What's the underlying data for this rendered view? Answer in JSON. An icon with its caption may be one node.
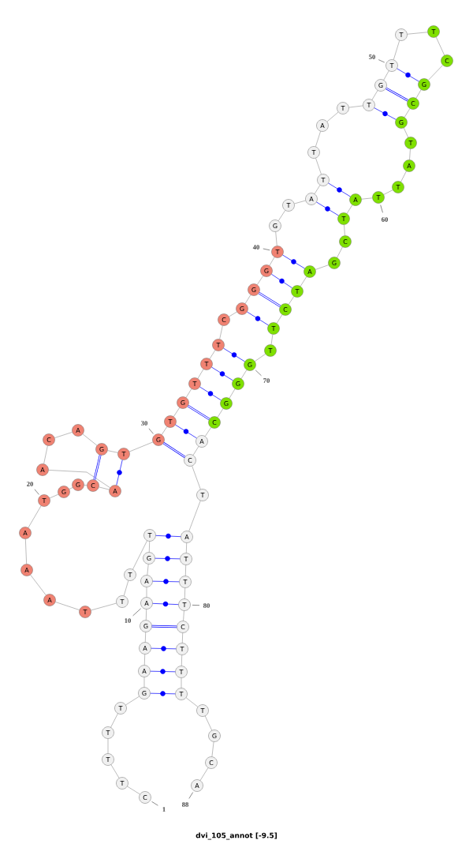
{
  "diagram": {
    "caption": "dvi_105_annot [-9.5]",
    "nodes": [
      {
        "text": [
          "C"
        ],
        "beside": [
          "1"
        ]
      },
      {
        "text": [
          "T"
        ]
      },
      {
        "text": [
          "T"
        ]
      },
      {
        "text": [
          "T"
        ]
      },
      {
        "text": [
          "T"
        ]
      },
      {
        "text": [
          "G"
        ]
      },
      {
        "text": [
          "A"
        ]
      },
      {
        "text": [
          "A"
        ]
      },
      {
        "text": [
          "G"
        ]
      },
      {
        "text": [
          "A"
        ],
        "beside": [
          "10"
        ]
      },
      {
        "text": [
          "A"
        ]
      },
      {
        "text": [
          "G"
        ]
      },
      {
        "text": [
          "T"
        ]
      },
      {
        "text": [
          "T"
        ]
      },
      {
        "text": [
          "T"
        ]
      },
      {
        "text": [
          "T"
        ]
      },
      {
        "text": [
          "A"
        ]
      },
      {
        "text": [
          "A"
        ]
      },
      {
        "text": [
          "A"
        ]
      },
      {
        "text": [
          "T"
        ],
        "beside": [
          "20"
        ]
      },
      {
        "text": [
          "G"
        ]
      },
      {
        "text": [
          "G"
        ]
      },
      {
        "text": [
          "C"
        ]
      },
      {
        "text": [
          "A"
        ]
      },
      {
        "text": [
          "A"
        ]
      },
      {
        "text": [
          "C"
        ]
      },
      {
        "text": [
          "A"
        ]
      },
      {
        "text": [
          "G"
        ]
      },
      {
        "text": [
          "T"
        ]
      },
      {
        "text": [
          "G"
        ],
        "beside": [
          "30"
        ]
      },
      {
        "text": [
          "T"
        ]
      },
      {
        "text": [
          "G"
        ]
      },
      {
        "text": [
          "T"
        ]
      },
      {
        "text": [
          "T"
        ]
      },
      {
        "text": [
          "T"
        ]
      },
      {
        "text": [
          "C"
        ]
      },
      {
        "text": [
          "G"
        ]
      },
      {
        "text": [
          "G"
        ]
      },
      {
        "text": [
          "G"
        ]
      },
      {
        "text": [
          "T"
        ],
        "beside": [
          "40"
        ]
      },
      {
        "text": [
          "G"
        ]
      },
      {
        "text": [
          "T"
        ]
      },
      {
        "text": [
          "A"
        ]
      },
      {
        "text": [
          "T"
        ]
      },
      {
        "text": [
          "T"
        ]
      },
      {
        "text": [
          "A"
        ]
      },
      {
        "text": [
          "T"
        ]
      },
      {
        "text": [
          "T"
        ]
      },
      {
        "text": [
          "G"
        ]
      },
      {
        "text": [
          "T"
        ],
        "beside": [
          "50"
        ]
      },
      {
        "text": [
          "T"
        ]
      },
      {
        "text": [
          "T"
        ]
      },
      {
        "text": [
          "C"
        ]
      },
      {
        "text": [
          "G"
        ]
      },
      {
        "text": [
          "C"
        ]
      },
      {
        "text": [
          "G"
        ]
      },
      {
        "text": [
          "T"
        ]
      },
      {
        "text": [
          "A"
        ]
      },
      {
        "text": [
          "T"
        ]
      },
      {
        "text": [
          "T"
        ],
        "beside": [
          "60"
        ]
      },
      {
        "text": [
          "A"
        ]
      },
      {
        "text": [
          "T"
        ]
      },
      {
        "text": [
          "C"
        ]
      },
      {
        "text": [
          "G"
        ]
      },
      {
        "text": [
          "A"
        ]
      },
      {
        "text": [
          "T"
        ]
      },
      {
        "text": [
          "C"
        ]
      },
      {
        "text": [
          "T"
        ]
      },
      {
        "text": [
          "T"
        ]
      },
      {
        "text": [
          "G"
        ],
        "beside": [
          "70"
        ]
      },
      {
        "text": [
          "G"
        ]
      },
      {
        "text": [
          "G"
        ]
      },
      {
        "text": [
          "C"
        ]
      },
      {
        "text": [
          "A"
        ]
      },
      {
        "text": [
          "C"
        ]
      },
      {
        "text": [
          "T"
        ]
      },
      {
        "text": [
          "A"
        ]
      },
      {
        "text": [
          "T"
        ]
      },
      {
        "text": [
          "T"
        ]
      },
      {
        "text": [
          "T"
        ],
        "beside": [
          "80"
        ]
      },
      {
        "text": [
          "C"
        ]
      },
      {
        "text": [
          "T"
        ]
      },
      {
        "text": [
          "T"
        ]
      },
      {
        "text": [
          "T"
        ]
      },
      {
        "text": [
          "T"
        ]
      },
      {
        "text": [
          "G"
        ]
      },
      {
        "text": [
          "C"
        ]
      },
      {
        "text": [
          "A"
        ],
        "beside": [
          "88"
        ]
      }
    ],
    "edges": [
      {
        "from": 0,
        "to": 1,
        "arrow": "none"
      },
      {
        "from": 1,
        "to": 2,
        "arrow": "none"
      },
      {
        "from": 2,
        "to": 3,
        "arrow": "none"
      },
      {
        "from": 3,
        "to": 4,
        "arrow": "none"
      },
      {
        "from": 4,
        "to": 5,
        "arrow": "none"
      },
      {
        "from": 5,
        "to": 6,
        "arrow": "none"
      },
      {
        "from": 6,
        "to": 7,
        "arrow": "none"
      },
      {
        "from": 7,
        "to": 8,
        "arrow": "none"
      },
      {
        "from": 8,
        "to": 9,
        "arrow": "none"
      },
      {
        "from": 9,
        "to": 10,
        "arrow": "none"
      },
      {
        "from": 10,
        "to": 11,
        "arrow": "none"
      },
      {
        "from": 11,
        "to": 12,
        "arrow": "none"
      },
      {
        "from": 12,
        "to": 13,
        "arrow": "none"
      },
      {
        "from": 13,
        "to": 14,
        "arrow": "none"
      },
      {
        "from": 14,
        "to": 15,
        "arrow": "none"
      },
      {
        "from": 15,
        "to": 16,
        "arrow": "none"
      },
      {
        "from": 16,
        "to": 17,
        "arrow": "none"
      },
      {
        "from": 17,
        "to": 18,
        "arrow": "none"
      },
      {
        "from": 18,
        "to": 19,
        "arrow": "none"
      },
      {
        "from": 19,
        "to": 20,
        "arrow": "none"
      },
      {
        "from": 20,
        "to": 21,
        "arrow": "none"
      },
      {
        "from": 21,
        "to": 22,
        "arrow": "none"
      },
      {
        "from": 22,
        "to": 23,
        "arrow": "none"
      },
      {
        "from": 23,
        "to": 24,
        "arrow": "none"
      },
      {
        "from": 24,
        "to": 25,
        "arrow": "none"
      },
      {
        "from": 25,
        "to": 26,
        "arrow": "none"
      },
      {
        "from": 26,
        "to": 27,
        "arrow": "none"
      },
      {
        "from": 27,
        "to": 28,
        "arrow": "none"
      },
      {
        "from": 28,
        "to": 29,
        "arrow": "none"
      },
      {
        "from": 29,
        "to": 30,
        "arrow": "none"
      },
      {
        "from": 30,
        "to": 31,
        "arrow": "none"
      },
      {
        "from": 31,
        "to": 32,
        "arrow": "none"
      },
      {
        "from": 32,
        "to": 33,
        "arrow": "none"
      },
      {
        "from": 33,
        "to": 34,
        "arrow": "none"
      },
      {
        "from": 34,
        "to": 35,
        "arrow": "none"
      },
      {
        "from": 35,
        "to": 36,
        "arrow": "none"
      },
      {
        "from": 36,
        "to": 37,
        "arrow": "none"
      },
      {
        "from": 37,
        "to": 38,
        "arrow": "none"
      },
      {
        "from": 38,
        "to": 39,
        "arrow": "none"
      },
      {
        "from": 39,
        "to": 40,
        "arrow": "none"
      },
      {
        "from": 40,
        "to": 41,
        "arrow": "none"
      },
      {
        "from": 41,
        "to": 42,
        "arrow": "none"
      },
      {
        "from": 42,
        "to": 43,
        "arrow": "none"
      },
      {
        "from": 43,
        "to": 44,
        "arrow": "none"
      },
      {
        "from": 44,
        "to": 45,
        "arrow": "none"
      },
      {
        "from": 45,
        "to": 46,
        "arrow": "none"
      },
      {
        "from": 46,
        "to": 47,
        "arrow": "none"
      },
      {
        "from": 47,
        "to": 48,
        "arrow": "none"
      },
      {
        "from": 48,
        "to": 49,
        "arrow": "none"
      },
      {
        "from": 49,
        "to": 50,
        "arrow": "none"
      },
      {
        "from": 50,
        "to": 51,
        "arrow": "none"
      },
      {
        "from": 51,
        "to": 52,
        "arrow": "none"
      },
      {
        "from": 52,
        "to": 53,
        "arrow": "none"
      },
      {
        "from": 53,
        "to": 54,
        "arrow": "none"
      },
      {
        "from": 54,
        "to": 55,
        "arrow": "none"
      },
      {
        "from": 55,
        "to": 56,
        "arrow": "none"
      },
      {
        "from": 56,
        "to": 57,
        "arrow": "none"
      },
      {
        "from": 57,
        "to": 58,
        "arrow": "none"
      },
      {
        "from": 58,
        "to": 59,
        "arrow": "none"
      },
      {
        "from": 59,
        "to": 60,
        "arrow": "none"
      },
      {
        "from": 60,
        "to": 61,
        "arrow": "none"
      },
      {
        "from": 61,
        "to": 62,
        "arrow": "none"
      },
      {
        "from": 62,
        "to": 63,
        "arrow": "none"
      },
      {
        "from": 63,
        "to": 64,
        "arrow": "none"
      },
      {
        "from": 64,
        "to": 65,
        "arrow": "none"
      },
      {
        "from": 65,
        "to": 66,
        "arrow": "none"
      },
      {
        "from": 66,
        "to": 67,
        "arrow": "none"
      },
      {
        "from": 67,
        "to": 68,
        "arrow": "none"
      },
      {
        "from": 68,
        "to": 69,
        "arrow": "none"
      },
      {
        "from": 69,
        "to": 70,
        "arrow": "none"
      },
      {
        "from": 70,
        "to": 71,
        "arrow": "none"
      },
      {
        "from": 71,
        "to": 72,
        "arrow": "none"
      },
      {
        "from": 72,
        "to": 73,
        "arrow": "none"
      },
      {
        "from": 73,
        "to": 74,
        "arrow": "none"
      },
      {
        "from": 74,
        "to": 75,
        "arrow": "none"
      },
      {
        "from": 75,
        "to": 76,
        "arrow": "none"
      },
      {
        "from": 76,
        "to": 77,
        "arrow": "none"
      },
      {
        "from": 77,
        "to": 78,
        "arrow": "none"
      },
      {
        "from": 78,
        "to": 79,
        "arrow": "none"
      },
      {
        "from": 79,
        "to": 80,
        "arrow": "none"
      },
      {
        "from": 80,
        "to": 81,
        "arrow": "none"
      },
      {
        "from": 81,
        "to": 82,
        "arrow": "none"
      },
      {
        "from": 82,
        "to": 83,
        "arrow": "none"
      },
      {
        "from": 83,
        "to": 84,
        "arrow": "none"
      },
      {
        "from": 84,
        "to": 85,
        "arrow": "none"
      },
      {
        "from": 85,
        "to": 86,
        "arrow": "none"
      },
      {
        "from": 86,
        "to": 87,
        "arrow": "none"
      },
      {
        "from": 12,
        "to": 76,
        "arrow": "none",
        "color": "#0000ff"
      },
      {
        "from": 11,
        "to": 77,
        "arrow": "none",
        "color": "#0000ff"
      },
      {
        "from": 10,
        "to": 78,
        "arrow": "none",
        "color": "#0000ff"
      },
      {
        "from": 9,
        "to": 79,
        "arrow": "none",
        "color": "#0000ff"
      },
      {
        "from": 8,
        "to": 80,
        "arrow": "none",
        "color": "#0000ff",
        "style": "thick"
      },
      {
        "from": 7,
        "to": 81,
        "arrow": "none",
        "color": "#0000ff"
      },
      {
        "from": 6,
        "to": 82,
        "arrow": "none",
        "color": "#0000ff"
      },
      {
        "from": 5,
        "to": 83,
        "arrow": "none",
        "color": "#0000ff"
      },
      {
        "from": 22,
        "to": 27,
        "arrow": "none",
        "color": "#0000ff",
        "style": "thick"
      },
      {
        "from": 23,
        "to": 28,
        "arrow": "none",
        "color": "#0000ff"
      },
      {
        "from": 29,
        "to": 74,
        "arrow": "none",
        "color": "#0000ff",
        "style": "thick"
      },
      {
        "from": 30,
        "to": 73,
        "arrow": "none",
        "color": "#0000ff"
      },
      {
        "from": 31,
        "to": 72,
        "arrow": "none",
        "color": "#0000ff",
        "style": "thick"
      },
      {
        "from": 32,
        "to": 71,
        "arrow": "none",
        "color": "#0000ff"
      },
      {
        "from": 33,
        "to": 70,
        "arrow": "none",
        "color": "#0000ff"
      },
      {
        "from": 34,
        "to": 69,
        "arrow": "none",
        "color": "#0000ff"
      },
      {
        "from": 36,
        "to": 67,
        "arrow": "none",
        "color": "#0000ff"
      },
      {
        "from": 37,
        "to": 66,
        "arrow": "none",
        "color": "#0000ff",
        "style": "thick"
      },
      {
        "from": 38,
        "to": 65,
        "arrow": "none",
        "color": "#0000ff"
      },
      {
        "from": 39,
        "to": 64,
        "arrow": "none",
        "color": "#0000ff"
      },
      {
        "from": 42,
        "to": 61,
        "arrow": "none",
        "color": "#0000ff"
      },
      {
        "from": 43,
        "to": 60,
        "arrow": "none",
        "color": "#0000ff"
      },
      {
        "from": 47,
        "to": 55,
        "arrow": "none",
        "color": "#0000ff"
      },
      {
        "from": 48,
        "to": 54,
        "arrow": "none",
        "color": "#0000ff",
        "style": "thick"
      },
      {
        "from": 49,
        "to": 53,
        "arrow": "none",
        "color": "#0000ff"
      }
    ]
  }
}
